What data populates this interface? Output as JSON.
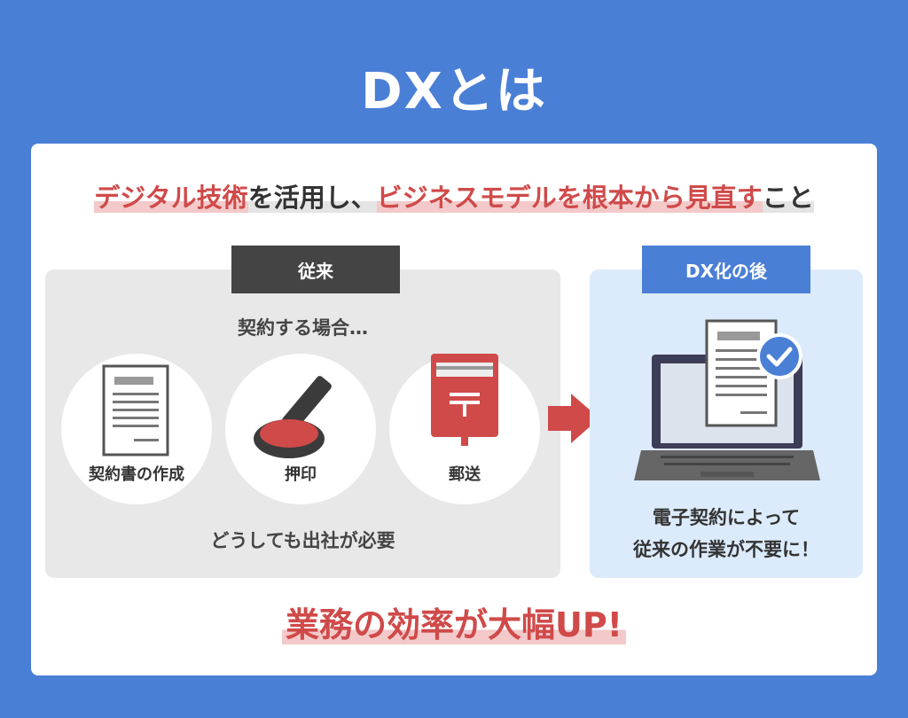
{
  "title": "DXとは",
  "definition": {
    "part1": "デジタル技術",
    "part2": "を活用し、",
    "part3": "ビジネスモデルを根本から見直す",
    "part4": "こと"
  },
  "before": {
    "label": "従来",
    "case_text": "契約する場合…",
    "items": [
      {
        "label": "契約書の作成",
        "icon": "document-icon"
      },
      {
        "label": "押印",
        "icon": "stamp-icon"
      },
      {
        "label": "郵送",
        "icon": "postbox-icon"
      }
    ],
    "note": "どうしても出社が必要"
  },
  "after": {
    "label": "DX化の後",
    "line1": "電子契約によって",
    "line2": "従来の作業が不要に！"
  },
  "conclusion": "業務の効率が大幅UP!",
  "colors": {
    "background": "#4a7fd6",
    "accent_red": "#d04a4a",
    "dark_label": "#444444",
    "after_panel": "#dcebfb"
  }
}
